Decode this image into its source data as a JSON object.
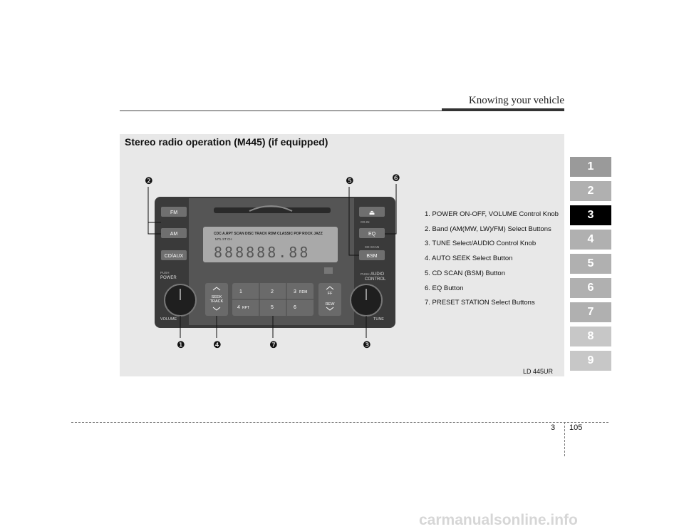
{
  "header": {
    "title": "Knowing your vehicle"
  },
  "section": {
    "title": "Stereo radio operation (M445) (if equipped)"
  },
  "figure": {
    "code": "LD 445UR",
    "callouts": [
      "❷",
      "❺",
      "❻",
      "❶",
      "❹",
      "❼",
      "❸"
    ],
    "radio": {
      "left_buttons": [
        "FM",
        "AM",
        "CD/AUX"
      ],
      "right_buttons": [
        "EQ",
        "BSM"
      ],
      "eject_symbol": "⏏",
      "cd_in": "CD-IN",
      "cd_scan": "CD SCAN",
      "push_power": "PUSH",
      "power": "POWER",
      "volume": "VOLUME",
      "push_audio": "PUSH",
      "audio": "AUDIO",
      "control": "CONTROL",
      "tune": "TUNE",
      "seek": "SEEK",
      "track": "TRACK",
      "ff": "FF",
      "rew": "REW",
      "preset_buttons": [
        "1",
        "2",
        "3",
        "4",
        "5",
        "6"
      ],
      "rdm": "RDM",
      "rpt": "RPT",
      "display_top": "CDC A.RPT SCAN DISC    TRACK RDM CLASSIC  POP  ROCK JAZZ",
      "display_sub": "MTL ST        CH",
      "display_digits": "888888.88"
    }
  },
  "legend": {
    "items": [
      "1. POWER ON-OFF, VOLUME Control Knob",
      "2. Band (AM(MW, LW)/FM) Select Buttons",
      "3. TUNE Select/AUDIO Control Knob",
      "4. AUTO SEEK Select Button",
      "5. CD SCAN (BSM) Button",
      "6. EQ Button",
      "7. PRESET STATION Select Buttons"
    ]
  },
  "chapter_tabs": [
    "1",
    "2",
    "3",
    "4",
    "5",
    "6",
    "7",
    "8",
    "9"
  ],
  "active_chapter": "3",
  "page": {
    "chapter": "3",
    "number": "105"
  },
  "watermark": "carmanualsonline.info"
}
